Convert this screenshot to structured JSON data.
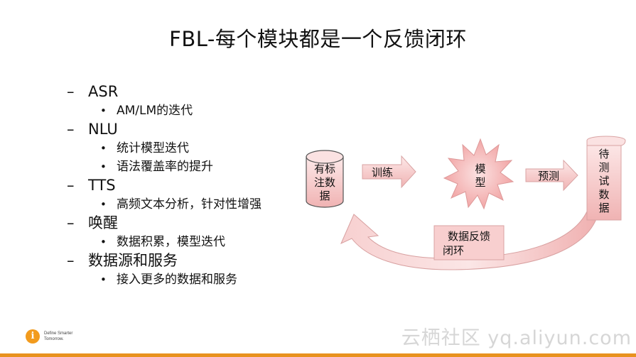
{
  "slide": {
    "title": "FBL-每个模块都是一个反馈闭环"
  },
  "outline": [
    {
      "marker": "–",
      "label": "ASR",
      "children": [
        "AM/LM的迭代"
      ]
    },
    {
      "marker": "–",
      "label": "NLU",
      "children": [
        "统计模型迭代",
        "语法覆盖率的提升"
      ]
    },
    {
      "marker": "–",
      "label": "TTS",
      "children": [
        "高频文本分析，针对性增强"
      ]
    },
    {
      "marker": "–",
      "label": "唤醒",
      "children": [
        "数据积累，模型迭代"
      ]
    },
    {
      "marker": "–",
      "label": "数据源和服务",
      "children": [
        "接入更多的数据和服务"
      ]
    }
  ],
  "bullet_glyph": "•",
  "diagram": {
    "labeled_data": [
      "有标",
      "注数",
      "据"
    ],
    "train_arrow": "训练",
    "model": [
      "模",
      "型"
    ],
    "predict_arrow": "预测",
    "test_data": [
      "待",
      "测",
      "试",
      "数",
      "据"
    ],
    "feedback_box": [
      "数据反馈",
      "闭环"
    ],
    "colors": {
      "pink_fill": "#f4c2c2",
      "pink_light": "#fbe4e4",
      "stroke": "#d9a3a3"
    }
  },
  "footer": {
    "logo_line1": "Define Smarter",
    "logo_line2": "Tomorrow.",
    "watermark": "云栖社区 yq.aliyun.com"
  }
}
